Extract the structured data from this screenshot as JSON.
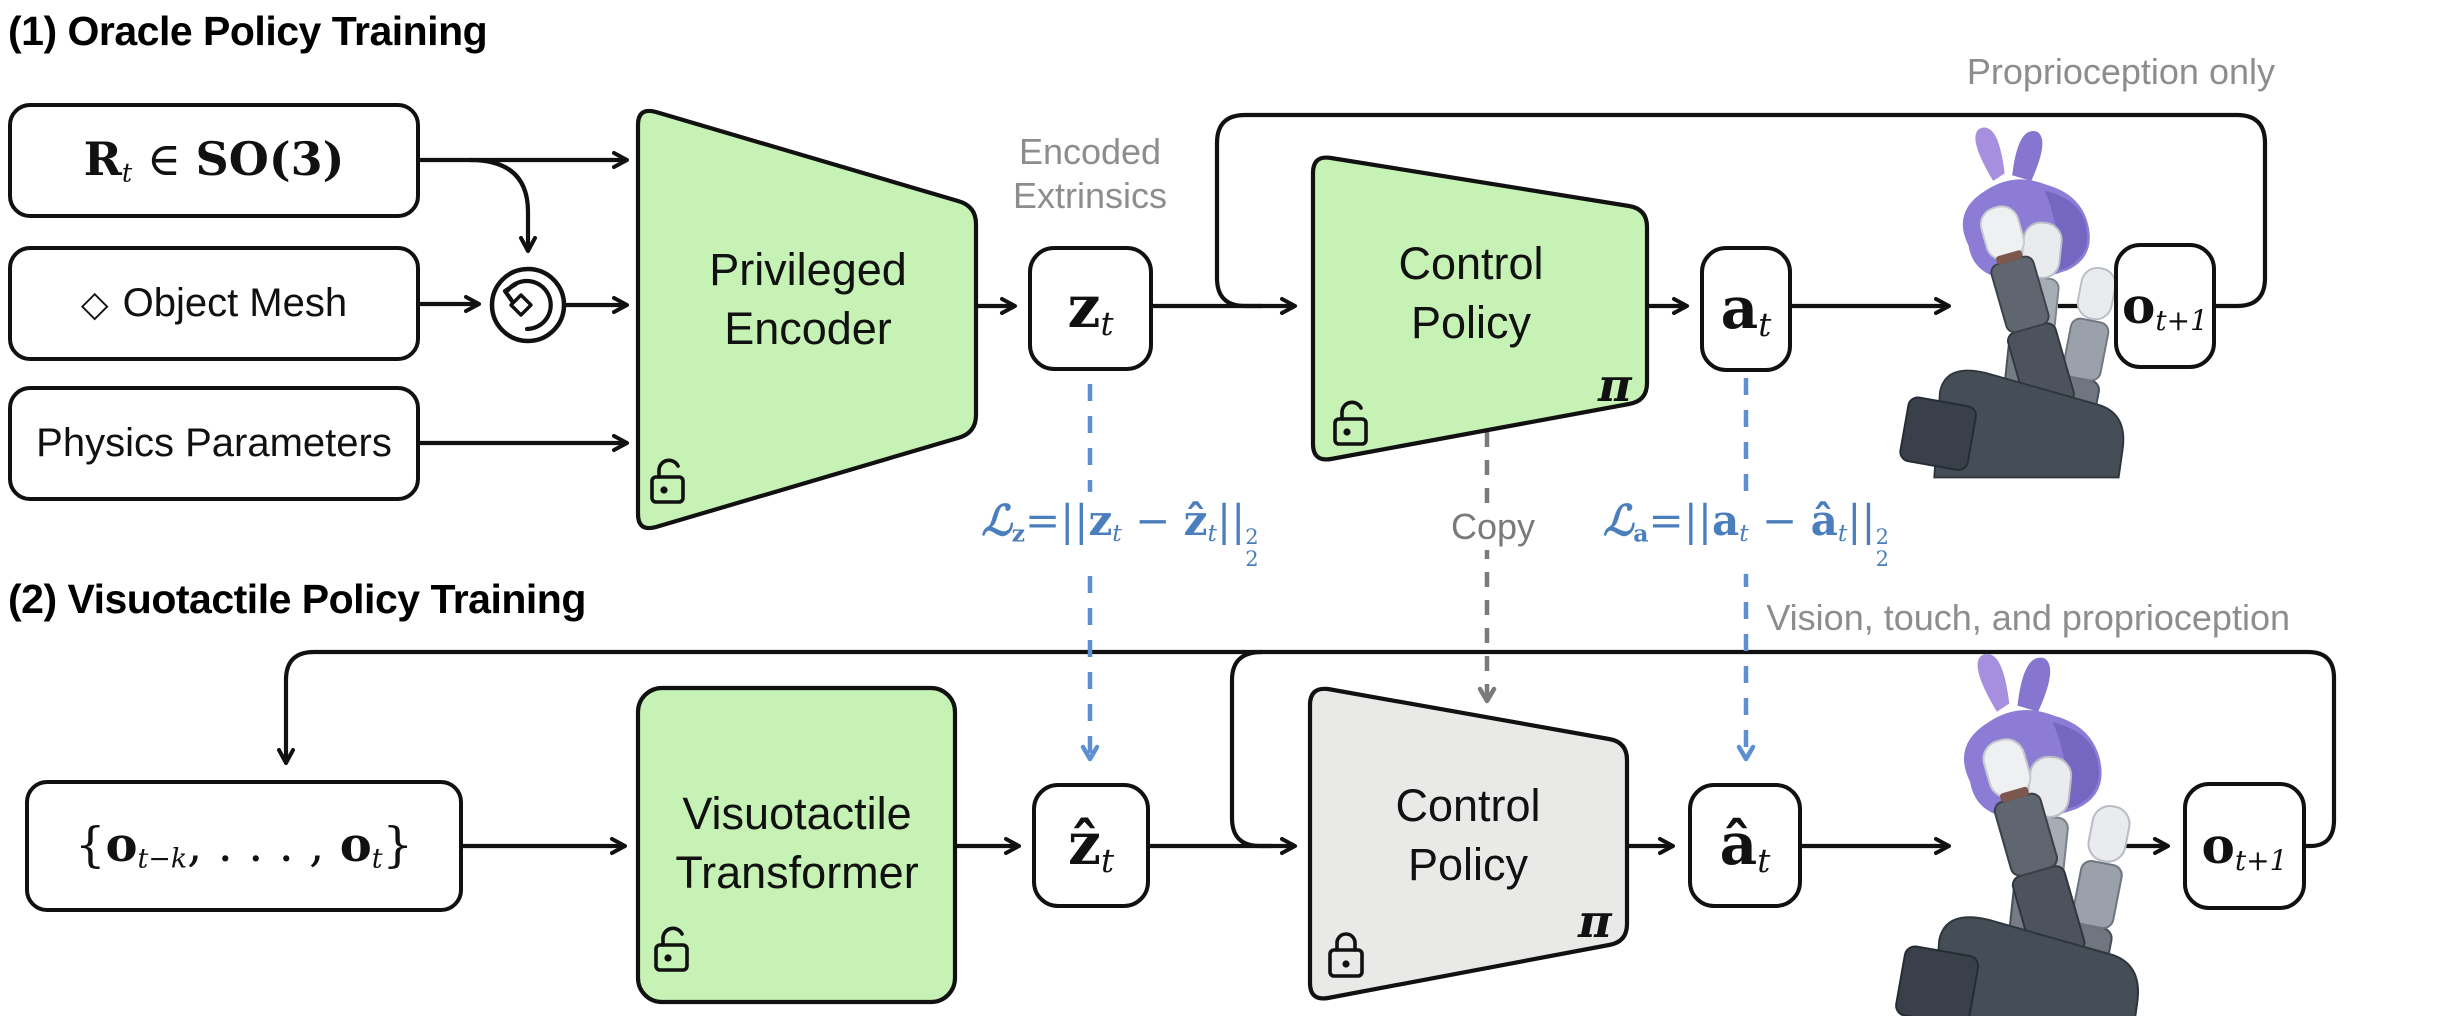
{
  "colors": {
    "trainable_green": "#c6f3b5",
    "frozen_gray": "#e9e9e8",
    "loss_blue": "#4a7ebd",
    "dash_blue": "#5d8fd2",
    "dash_gray": "#7a7a7a",
    "label_gray": "#8d8d8d",
    "line_black": "#111111",
    "bunny_purple": "#8d7cd6"
  },
  "section1": {
    "title": "(1) Oracle Policy Training",
    "input_rotation_math": [
      {
        "c": "b",
        "t": "R"
      },
      {
        "c": "sub",
        "t": "t"
      },
      {
        "c": "n",
        "t": " ∈ "
      },
      {
        "c": "b",
        "t": "SO(3)"
      }
    ],
    "mesh_icon": "◇",
    "input_mesh": "Object Mesh",
    "input_physics": "Physics Parameters",
    "encoder_line1": "Privileged",
    "encoder_line2": "Encoder",
    "encoded_label_line1": "Encoded",
    "encoded_label_line2": "Extrinsics",
    "z_math": [
      {
        "c": "b",
        "t": "z"
      },
      {
        "c": "sub",
        "t": "t"
      }
    ],
    "policy_line1": "Control",
    "policy_line2": "Policy",
    "pi": "π",
    "a_math": [
      {
        "c": "b",
        "t": "a"
      },
      {
        "c": "sub",
        "t": "t"
      }
    ],
    "o_math": [
      {
        "c": "b",
        "t": "o"
      },
      {
        "c": "sub",
        "t": "t+1"
      }
    ],
    "proprio_label": "Proprioception only"
  },
  "middle": {
    "loss_z": [
      {
        "c": "scr",
        "t": "ℒ"
      },
      {
        "c": "subb",
        "t": "z"
      },
      {
        "c": "n",
        "t": "=||"
      },
      {
        "c": "b",
        "t": "z"
      },
      {
        "c": "sub",
        "t": "t"
      },
      {
        "c": "n",
        "t": " − "
      },
      {
        "c": "b",
        "t": "ẑ"
      },
      {
        "c": "sub",
        "t": "t"
      },
      {
        "c": "n",
        "t": "||"
      },
      {
        "c": "ss",
        "t": "2|2"
      }
    ],
    "copy_label": "Copy",
    "loss_a": [
      {
        "c": "scr",
        "t": "ℒ"
      },
      {
        "c": "subb",
        "t": "a"
      },
      {
        "c": "n",
        "t": "=||"
      },
      {
        "c": "b",
        "t": "a"
      },
      {
        "c": "sub",
        "t": "t"
      },
      {
        "c": "n",
        "t": " − "
      },
      {
        "c": "b",
        "t": "â"
      },
      {
        "c": "sub",
        "t": "t"
      },
      {
        "c": "n",
        "t": "||"
      },
      {
        "c": "ss",
        "t": "2|2"
      }
    ]
  },
  "section2": {
    "title": "(2) Visuotactile Policy Training",
    "obs_math": [
      {
        "c": "n",
        "t": "{"
      },
      {
        "c": "b",
        "t": "o"
      },
      {
        "c": "sub",
        "t": "t−k"
      },
      {
        "c": "n",
        "t": ", . . . , "
      },
      {
        "c": "b",
        "t": "o"
      },
      {
        "c": "sub",
        "t": "t"
      },
      {
        "c": "n",
        "t": "}"
      }
    ],
    "vt_line1": "Visuotactile",
    "vt_line2": "Transformer",
    "zhat_math": [
      {
        "c": "b",
        "t": "ẑ"
      },
      {
        "c": "sub",
        "t": "t"
      }
    ],
    "policy_line1": "Control",
    "policy_line2": "Policy",
    "pi": "π",
    "ahat_math": [
      {
        "c": "b",
        "t": "â"
      },
      {
        "c": "sub",
        "t": "t"
      }
    ],
    "o_math": [
      {
        "c": "b",
        "t": "o"
      },
      {
        "c": "sub",
        "t": "t+1"
      }
    ],
    "vision_label": "Vision, touch, and proprioception"
  }
}
